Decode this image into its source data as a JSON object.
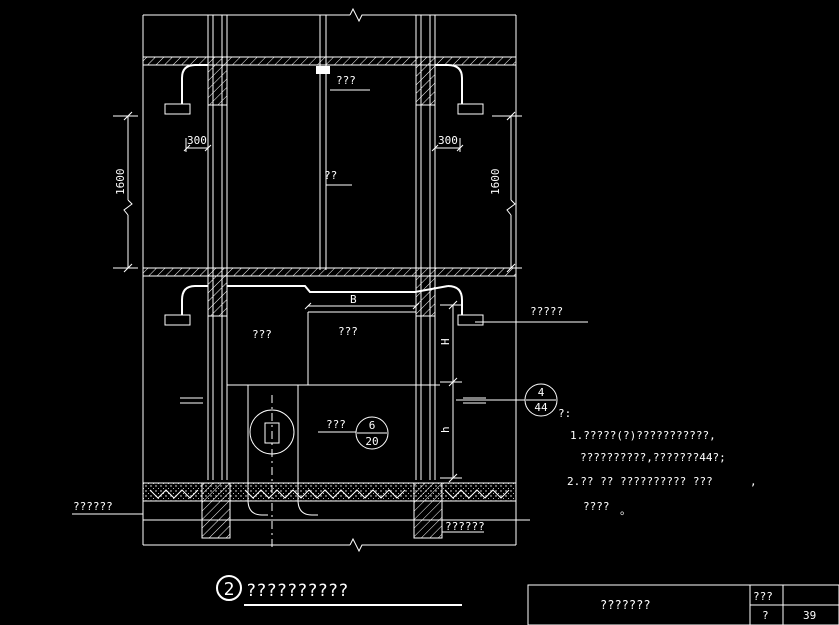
{
  "labels": {
    "pipe_top": "???",
    "riser": "??",
    "dim_width_left": "300",
    "dim_width_right": "300",
    "dim_height_left": "1600",
    "dim_height_right": "1600",
    "dim_b": "B",
    "dim_h_upper": "H",
    "dim_h_lower": "h",
    "box_left": "???",
    "box_right": "???",
    "box_lower": "???",
    "callout_right_top": "?????",
    "ref_4_num": "4",
    "ref_4_den": "44",
    "ref_6_num": "6",
    "ref_6_den": "20",
    "left_floor": "??????",
    "right_floor": "??????"
  },
  "notes": {
    "heading": "?:",
    "line1": "1.?????(?)???????????,",
    "line2": "??????????,???????44?;",
    "line3": "2.?? ?? ?????????? ???",
    "line3_tail": ",",
    "line4": "????",
    "line4_tail": "。"
  },
  "title": {
    "number": "2",
    "text": "??????????"
  },
  "title_block": {
    "name": "???????",
    "cell_a": "???",
    "cell_b": "?",
    "sheet_no": "39"
  }
}
